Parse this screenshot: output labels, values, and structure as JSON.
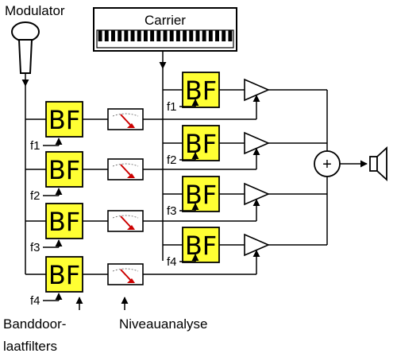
{
  "labels": {
    "modulator": "Modulator",
    "carrier": "Carrier",
    "filters_line1": "Banddoor-",
    "filters_line2": "laatfilters",
    "level_analysis": "Niveauanalyse",
    "sum_symbol": "+"
  },
  "filter_text": "BF",
  "left_bank": [
    {
      "freq": "f1"
    },
    {
      "freq": "f2"
    },
    {
      "freq": "f3"
    },
    {
      "freq": "f4"
    }
  ],
  "right_bank": [
    {
      "freq": "f1"
    },
    {
      "freq": "f2"
    },
    {
      "freq": "f3"
    },
    {
      "freq": "f4"
    }
  ],
  "colors": {
    "filter_fill": "#ffff33",
    "line": "#000000",
    "needle": "#cc0000",
    "meter_face": "#ffffff"
  },
  "icons": {
    "modulator": "microphone-icon",
    "carrier": "keyboard-icon",
    "meter": "level-meter-icon",
    "amplifier": "vca-triangle-icon",
    "summer": "adder-icon",
    "output": "speaker-icon"
  }
}
